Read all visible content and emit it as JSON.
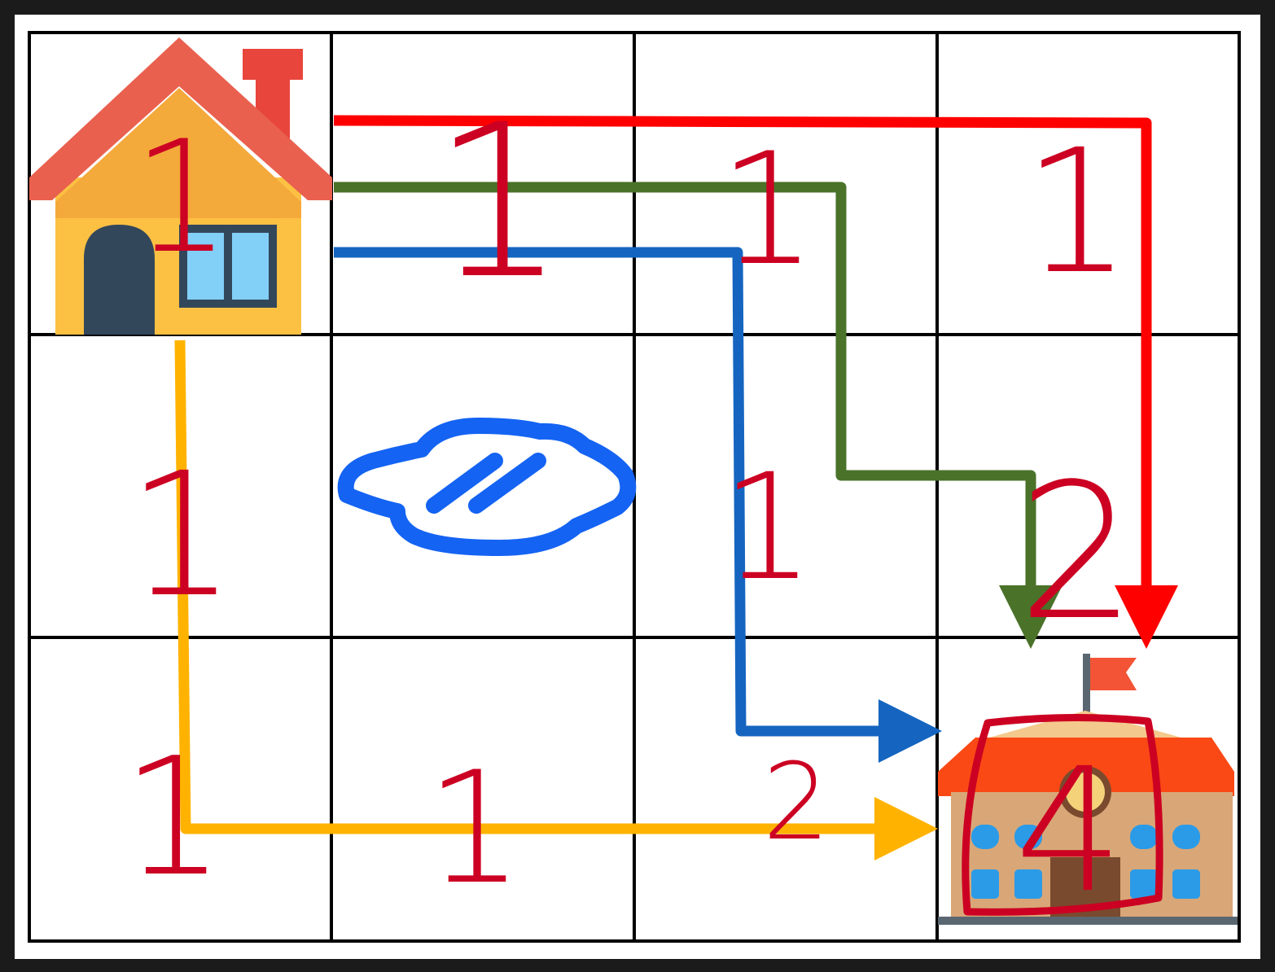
{
  "grid": {
    "rows": 3,
    "cols": 4
  },
  "icons": {
    "start": "house-icon",
    "obstacle": "puddle-icon",
    "goal": "school-icon"
  },
  "colors": {
    "red_path": "#ff0000",
    "green_path": "#4a7229",
    "blue_path": "#1565c0",
    "yellow_path": "#ffb300",
    "annotation": "#cc0022",
    "grid_line": "#000000"
  },
  "annotations": {
    "r0c0": "1",
    "r0c1": "1",
    "r0c2": "1",
    "r0c3": "1",
    "r1c0": "1",
    "r1c2": "1",
    "r1c3": "2",
    "r2c0": "1",
    "r2c1": "1",
    "r2c2": "2",
    "r2c3": "4"
  }
}
